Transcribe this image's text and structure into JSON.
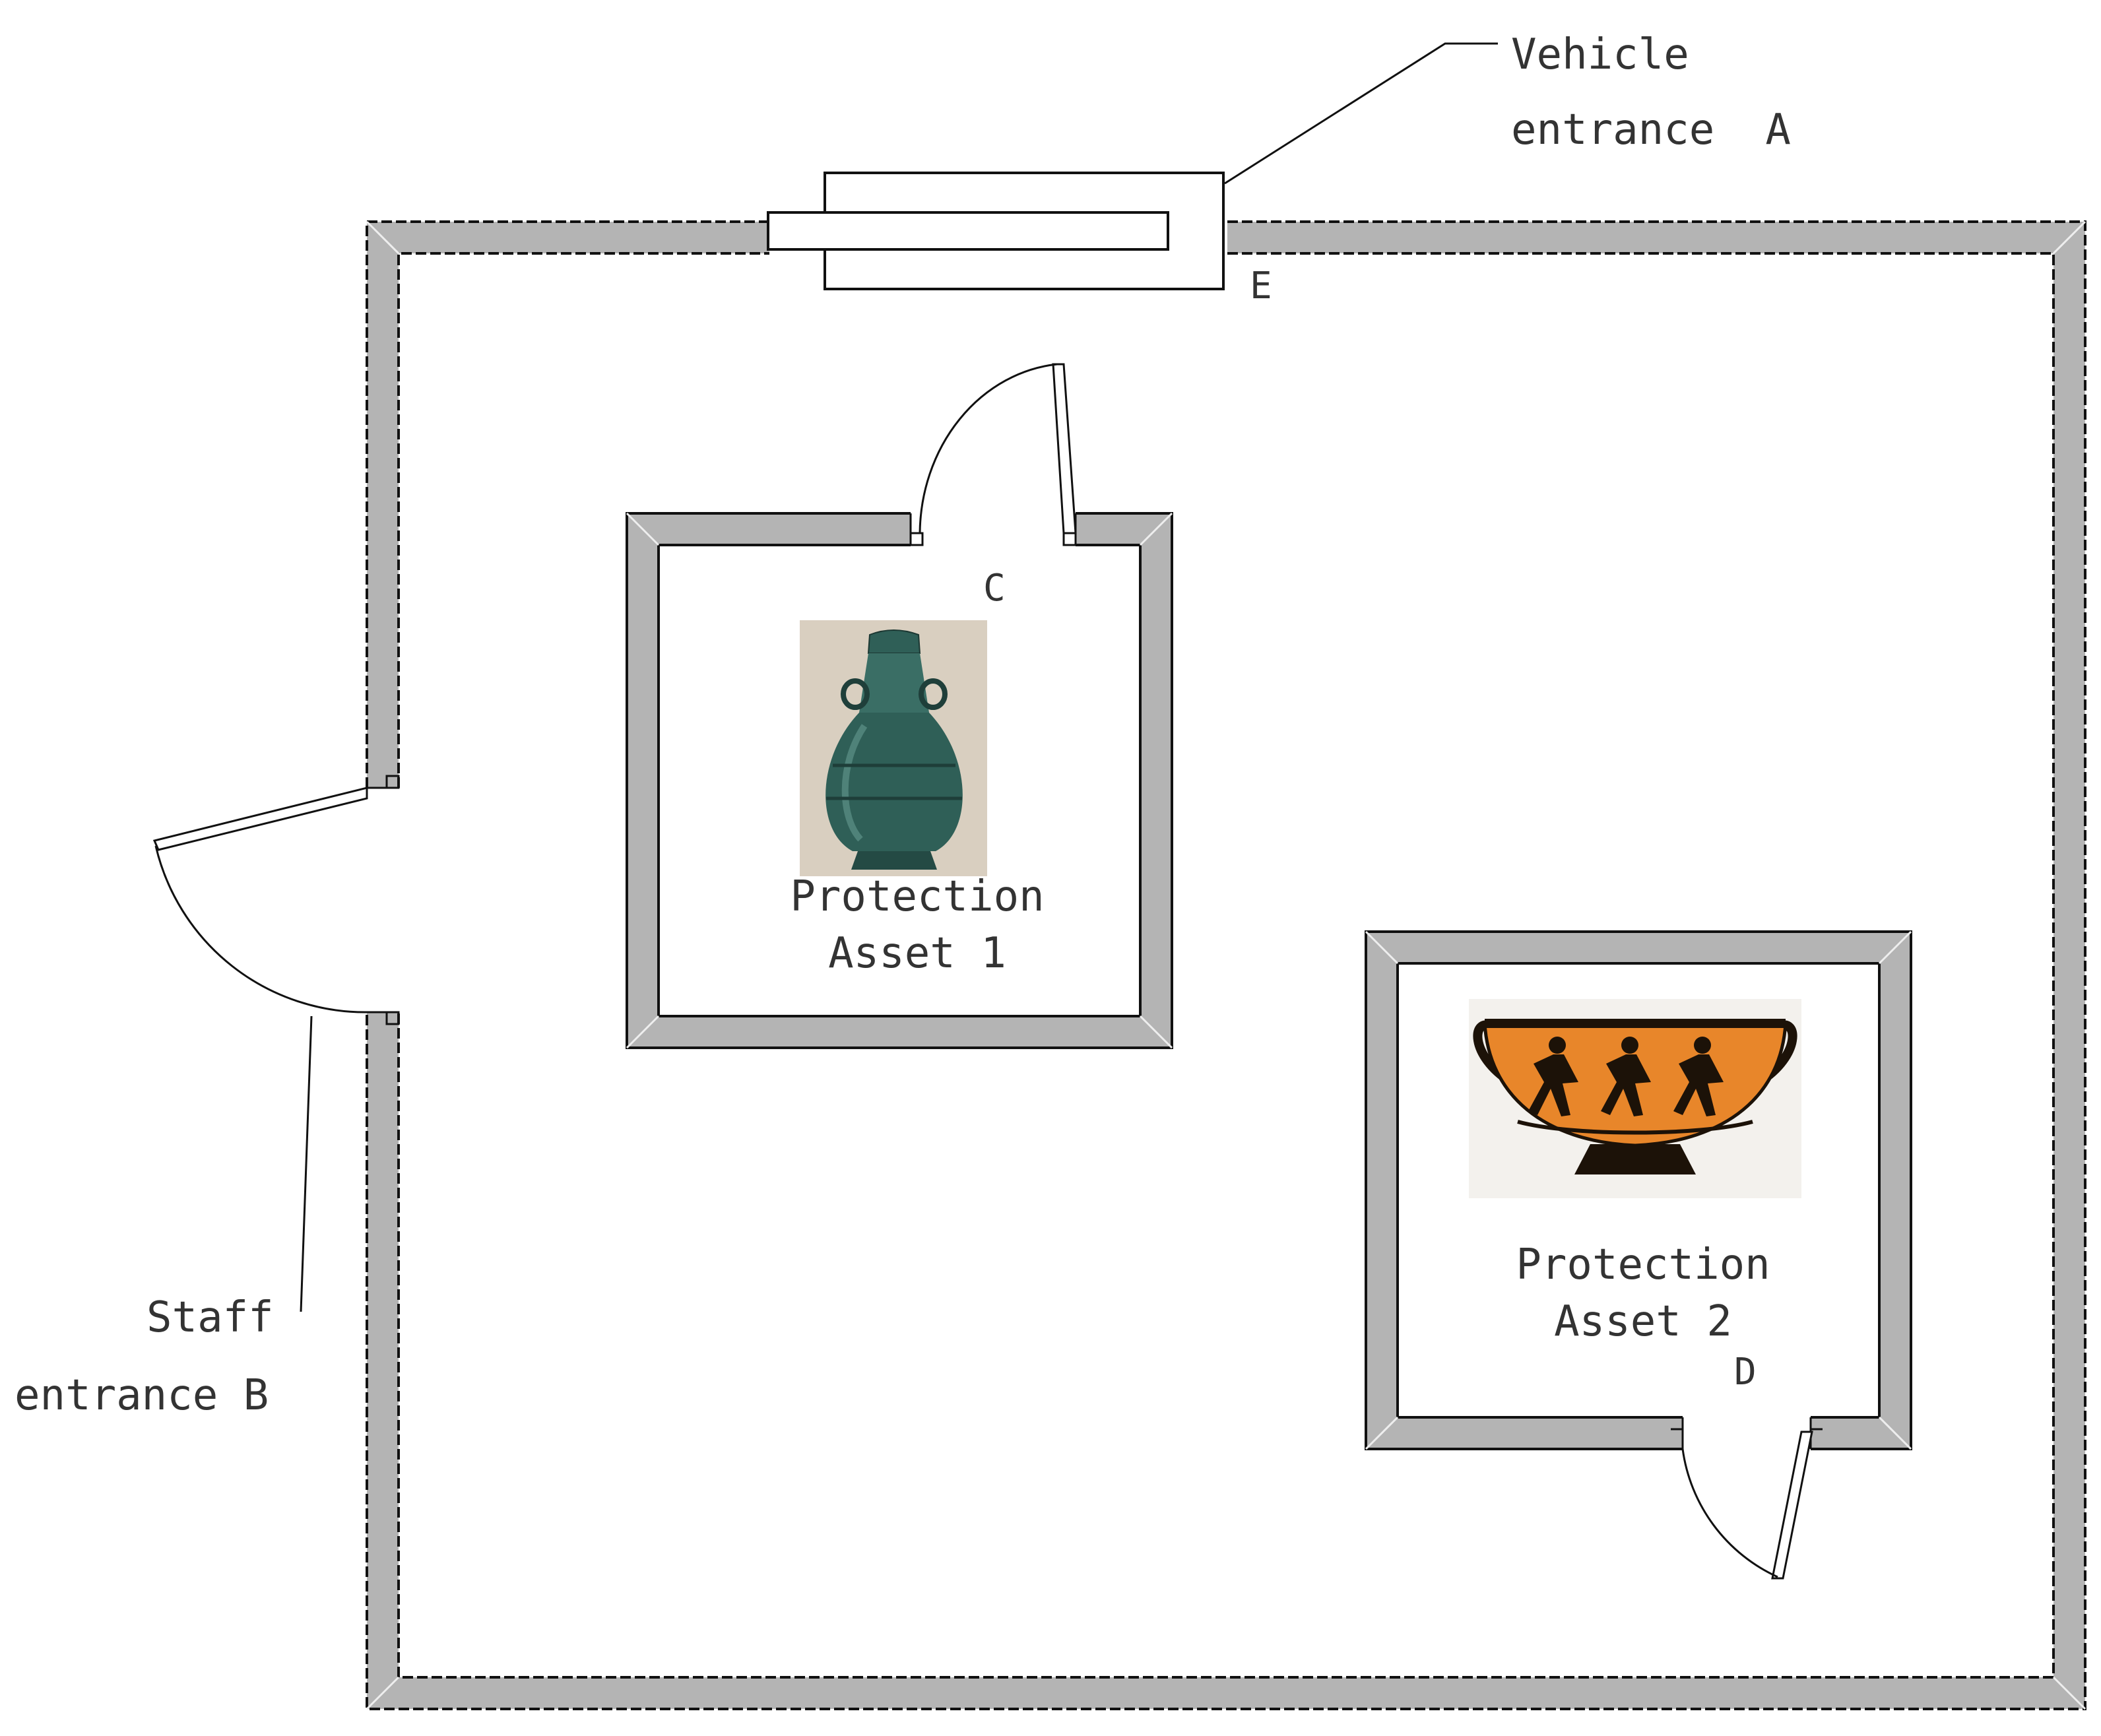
{
  "labels": {
    "vehicle_entrance_line1": "Vehicle",
    "vehicle_entrance_line2": "entrance  A",
    "staff_entrance_line1": "Staff",
    "staff_entrance_line2": "entrance B",
    "point_c": "C",
    "point_d": "D",
    "point_e": "E",
    "asset1_line1": "Protection",
    "asset1_line2": "Asset 1",
    "asset2_line1": "Protection",
    "asset2_line2": "Asset 2"
  },
  "assets": [
    {
      "name": "bronze vessel",
      "colors": {
        "body": "#2f5f57",
        "highlight": "#5c9188",
        "background": "#d9cfc0"
      }
    },
    {
      "name": "black-figure kylix",
      "colors": {
        "body": "#e8862a",
        "figures": "#1c1208",
        "background": "#f3f1ed"
      }
    }
  ],
  "colors": {
    "wall": "#b4b4b4",
    "line": "#111111",
    "text": "#333333"
  }
}
